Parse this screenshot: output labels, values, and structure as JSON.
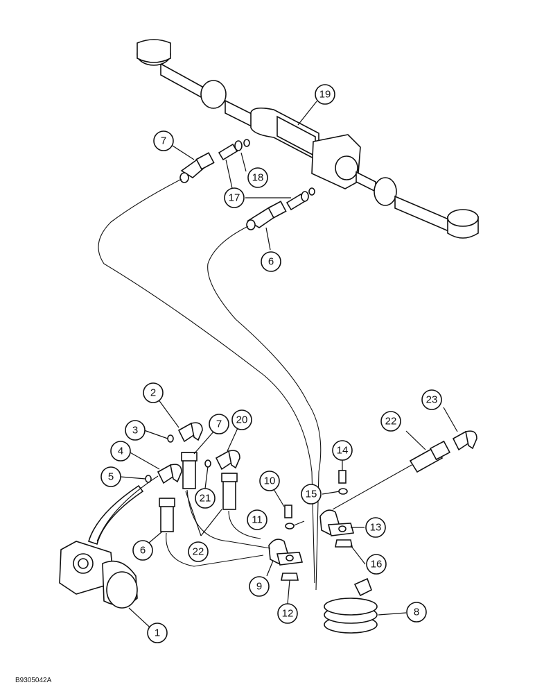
{
  "drawing_code": "B9305042A",
  "callouts": [
    {
      "id": "c1",
      "label": "1"
    },
    {
      "id": "c2",
      "label": "2"
    },
    {
      "id": "c3",
      "label": "3"
    },
    {
      "id": "c4",
      "label": "4"
    },
    {
      "id": "c5",
      "label": "5"
    },
    {
      "id": "c6a",
      "label": "6"
    },
    {
      "id": "c6b",
      "label": "6"
    },
    {
      "id": "c7a",
      "label": "7"
    },
    {
      "id": "c7b",
      "label": "7"
    },
    {
      "id": "c8",
      "label": "8"
    },
    {
      "id": "c9",
      "label": "9"
    },
    {
      "id": "c10",
      "label": "10"
    },
    {
      "id": "c11",
      "label": "11"
    },
    {
      "id": "c12",
      "label": "12"
    },
    {
      "id": "c13",
      "label": "13"
    },
    {
      "id": "c14",
      "label": "14"
    },
    {
      "id": "c15",
      "label": "15"
    },
    {
      "id": "c16",
      "label": "16"
    },
    {
      "id": "c17",
      "label": "17"
    },
    {
      "id": "c18",
      "label": "18"
    },
    {
      "id": "c19",
      "label": "19"
    },
    {
      "id": "c20",
      "label": "20"
    },
    {
      "id": "c21",
      "label": "21"
    },
    {
      "id": "c22a",
      "label": "22"
    },
    {
      "id": "c22b",
      "label": "22"
    },
    {
      "id": "c23",
      "label": "23"
    }
  ]
}
